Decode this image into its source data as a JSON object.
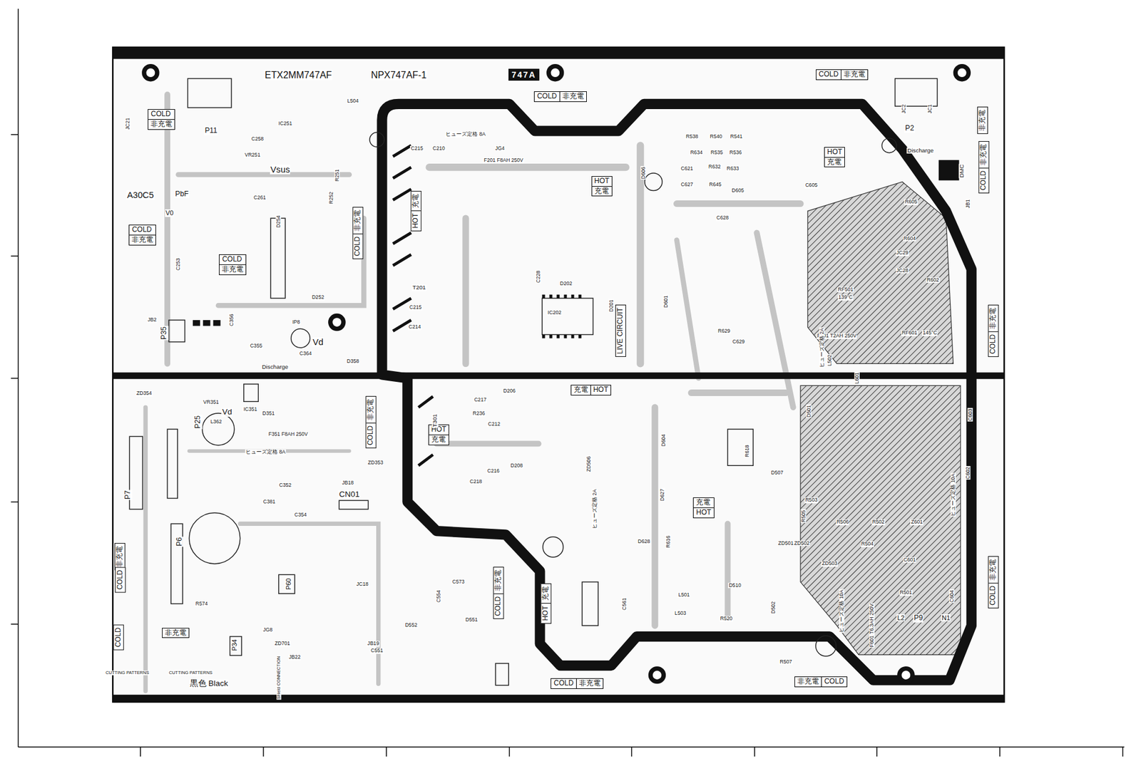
{
  "diagram": {
    "nodes": [
      {
        "text": [
          "747A"
        ]
      },
      {
        "text": [
          "COLD",
          "非充電"
        ]
      },
      {
        "text": [
          "COLD",
          "非充電"
        ]
      },
      {
        "text": [
          "COLD",
          "非充電"
        ]
      },
      {
        "text": [
          "COLD",
          "非充電"
        ]
      },
      {
        "text": [
          "COLD",
          "非充電"
        ]
      },
      {
        "text": [
          "HOT",
          "充電"
        ]
      },
      {
        "text": [
          "HOT",
          "充電"
        ]
      },
      {
        "text": [
          "充電",
          "HOT"
        ]
      },
      {
        "text": [
          "HOT",
          "充電"
        ]
      },
      {
        "text": [
          "充電",
          "HOT"
        ]
      },
      {
        "text": [
          "COLD",
          "非充電"
        ]
      },
      {
        "text": [
          "非充電",
          "COLD"
        ]
      },
      {
        "text": [
          "LIVE CIRCUIT"
        ]
      },
      {
        "text": [
          "COLD",
          "非充電"
        ]
      },
      {
        "text": [
          "HOT",
          "充電"
        ]
      },
      {
        "text": [
          "COLD",
          "非充電"
        ]
      },
      {
        "text": [
          "HOT",
          "充電"
        ]
      },
      {
        "text": [
          "COLD",
          "非充電"
        ]
      },
      {
        "text": [
          "COLD",
          "非充電"
        ]
      },
      {
        "text": [
          "COLD",
          "非充電"
        ]
      },
      {
        "text": [
          "COLD",
          "非充電"
        ]
      },
      {
        "text": [
          "COLD"
        ]
      },
      {
        "text": [
          "非充電"
        ]
      },
      {
        "text": [
          "非充電"
        ]
      },
      {
        "text": [
          "COLD"
        ]
      },
      {
        "text": [
          "非充電"
        ]
      }
    ],
    "labels": [
      "ETX2MM747AF",
      "NPX747AF-1",
      "Vsus",
      "A30C5",
      "PbF",
      "V0",
      "Vd",
      "Vd",
      "P11",
      "P2",
      "P35",
      "P25",
      "P7",
      "P6",
      "P60",
      "P34",
      "P9",
      "T201",
      "T301",
      "IC202",
      "CN01",
      "F201 F8AH 250V",
      "F351 F8AH 250V",
      "F501 T2AH 250V",
      "ヒューズ定格 8A",
      "ヒューズ定格 8A",
      "ヒューズ定格 2A",
      "ヒューズ定格 2A",
      "ヒューズ定格 10A",
      "ヒューズ定格 10A",
      "RF501",
      "139°C",
      "RF601",
      "145°C",
      "F601 T6.3AH 250V",
      "Discharge",
      "Discharge",
      "DMC",
      "CUTTING PATTERNS",
      "CUTTING PATTERNS",
      "黒色 Black",
      "Shield CONNECTION",
      "R538",
      "R540",
      "R541",
      "R634",
      "R535",
      "R536",
      "R632",
      "R633",
      "R645",
      "D605",
      "C627",
      "C628",
      "C605",
      "C621",
      "D606",
      "C215",
      "C210",
      "JG4",
      "C214",
      "C215",
      "C217",
      "C212",
      "R236",
      "D206",
      "C216",
      "C218",
      "D208",
      "ZD506",
      "D202",
      "D201",
      "C228",
      "C258",
      "C261",
      "R251",
      "R252",
      "D254",
      "D252",
      "D358",
      "C354",
      "C381",
      "C352",
      "JB18",
      "ZD353",
      "D351",
      "ZD354",
      "VR351",
      "IC351",
      "L362",
      "D552",
      "C554",
      "D551",
      "C573",
      "JC18",
      "C551",
      "R574",
      "JG8",
      "ZD701",
      "JB22",
      "JB19",
      "R507",
      "C561",
      "L501",
      "L503",
      "R520",
      "D510",
      "D502",
      "ZD501",
      "ZD502",
      "ZD503",
      "R503",
      "R505",
      "R506",
      "R502",
      "Z601",
      "R504",
      "R501",
      "D501",
      "D507",
      "R618",
      "R616",
      "D628",
      "D627",
      "D604",
      "D601",
      "C629",
      "R629",
      "R605",
      "R604",
      "R602",
      "JB1",
      "JC29",
      "JC28",
      "C603",
      "C602",
      "C601",
      "C604",
      "L502",
      "L601",
      "L2",
      "N1",
      "JC1",
      "JC2",
      "JC21",
      "L504",
      "IC251",
      "VR251",
      "C253",
      "C356",
      "C355",
      "IP8",
      "C364",
      "JB2"
    ]
  }
}
